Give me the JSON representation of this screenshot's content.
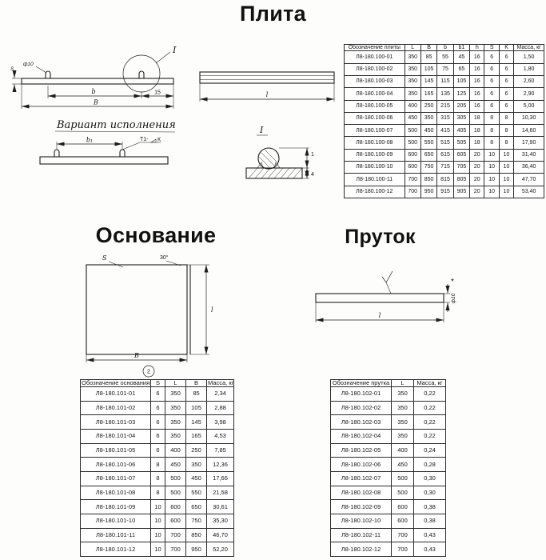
{
  "plita": {
    "title": "Плита",
    "drawing": {
      "detail_callout": "I",
      "dia_label": "ф10",
      "thickness_label": "S",
      "dim_b": "b",
      "dim_B": "B",
      "dim_15": "15",
      "dim_l": "l",
      "variant_caption": "Вариант исполнения",
      "dim_b1": "b₁",
      "weld_label": "Т1-",
      "weld_letter": "К",
      "detail_mark": "I",
      "detail_dim_1": "1",
      "detail_dim_4": "4"
    },
    "table": {
      "headers": [
        "Обозначение плиты",
        "L",
        "B",
        "b",
        "b1",
        "h",
        "S",
        "K",
        "Масса, кг"
      ],
      "rows": [
        [
          "Л8-180.100-01",
          "350",
          "85",
          "55",
          "45",
          "16",
          "6",
          "6",
          "1,50"
        ],
        [
          "Л8-180.100-02",
          "350",
          "105",
          "75",
          "65",
          "16",
          "6",
          "6",
          "1,80"
        ],
        [
          "Л8-180.100-03",
          "350",
          "145",
          "115",
          "105",
          "16",
          "6",
          "6",
          "2,60"
        ],
        [
          "Л8-180.100-04",
          "350",
          "165",
          "135",
          "125",
          "16",
          "6",
          "6",
          "2,90"
        ],
        [
          "Л8-180.100-05",
          "400",
          "250",
          "215",
          "205",
          "16",
          "6",
          "6",
          "5,00"
        ],
        [
          "Л8-180.100-06",
          "450",
          "350",
          "315",
          "305",
          "18",
          "8",
          "8",
          "10,30"
        ],
        [
          "Л8-180.100-07",
          "500",
          "450",
          "415",
          "405",
          "18",
          "8",
          "8",
          "14,60"
        ],
        [
          "Л8-180.100-08",
          "500",
          "550",
          "515",
          "505",
          "18",
          "8",
          "8",
          "17,90"
        ],
        [
          "Л8-180.100-09",
          "600",
          "650",
          "615",
          "605",
          "20",
          "10",
          "10",
          "31,40"
        ],
        [
          "Л8-180.100-10",
          "600",
          "750",
          "715",
          "705",
          "20",
          "10",
          "10",
          "36,40"
        ],
        [
          "Л8-180.100-11",
          "700",
          "850",
          "815",
          "805",
          "20",
          "10",
          "10",
          "47,70"
        ],
        [
          "Л8-180.100-12",
          "700",
          "950",
          "915",
          "905",
          "20",
          "10",
          "10",
          "53,40"
        ]
      ]
    }
  },
  "osnovanie": {
    "title": "Основание",
    "drawing": {
      "thickness_label": "S",
      "chamfer_label": "30°",
      "dim_B": "B",
      "dim_l": "l",
      "figure_number": "2"
    },
    "table": {
      "headers": [
        "Обозначение основания",
        "S",
        "L",
        "B",
        "Масса, кг"
      ],
      "rows": [
        [
          "Л8-180.101-01",
          "6",
          "350",
          "85",
          "2,34"
        ],
        [
          "Л8-180.101-02",
          "6",
          "350",
          "105",
          "2,88"
        ],
        [
          "Л8-180.101-03",
          "6",
          "350",
          "145",
          "3,98"
        ],
        [
          "Л8-180.101-04",
          "6",
          "350",
          "165",
          "4,53"
        ],
        [
          "Л8-180.101-05",
          "6",
          "400",
          "250",
          "7,85"
        ],
        [
          "Л8-180.101-06",
          "8",
          "450",
          "350",
          "12,36"
        ],
        [
          "Л8-180.101-07",
          "8",
          "500",
          "450",
          "17,66"
        ],
        [
          "Л8-180.101-08",
          "8",
          "500",
          "550",
          "21,58"
        ],
        [
          "Л8-180.101-09",
          "10",
          "600",
          "650",
          "30,61"
        ],
        [
          "Л8-180.101-10",
          "10",
          "600",
          "750",
          "35,30"
        ],
        [
          "Л8-180.101-11",
          "10",
          "700",
          "850",
          "46,70"
        ],
        [
          "Л8-180.101-12",
          "10",
          "700",
          "950",
          "52,20"
        ]
      ]
    }
  },
  "prutok": {
    "title": "Пруток",
    "drawing": {
      "star_mark": "*",
      "dia_label": "ф10",
      "dim_l": "l"
    },
    "table": {
      "headers": [
        "Обозначение прутка",
        "L",
        "Масса, кг"
      ],
      "rows": [
        [
          "Л8-180.102-01",
          "350",
          "0,22"
        ],
        [
          "Л8-180.102-02",
          "350",
          "0,22"
        ],
        [
          "Л8-180.102-03",
          "350",
          "0,22"
        ],
        [
          "Л8-180.102-04",
          "350",
          "0,22"
        ],
        [
          "Л8-180.102-05",
          "400",
          "0,24"
        ],
        [
          "Л8-180.102-06",
          "450",
          "0,28"
        ],
        [
          "Л8-180.102-07",
          "500",
          "0,30"
        ],
        [
          "Л8-180.102-08",
          "500",
          "0,30"
        ],
        [
          "Л8-180.102-09",
          "600",
          "0,38"
        ],
        [
          "Л8-180.102-10",
          "600",
          "0,38"
        ],
        [
          "Л8-180.102-11",
          "700",
          "0,43"
        ],
        [
          "Л8-180.102-12",
          "700",
          "0,43"
        ]
      ]
    }
  }
}
